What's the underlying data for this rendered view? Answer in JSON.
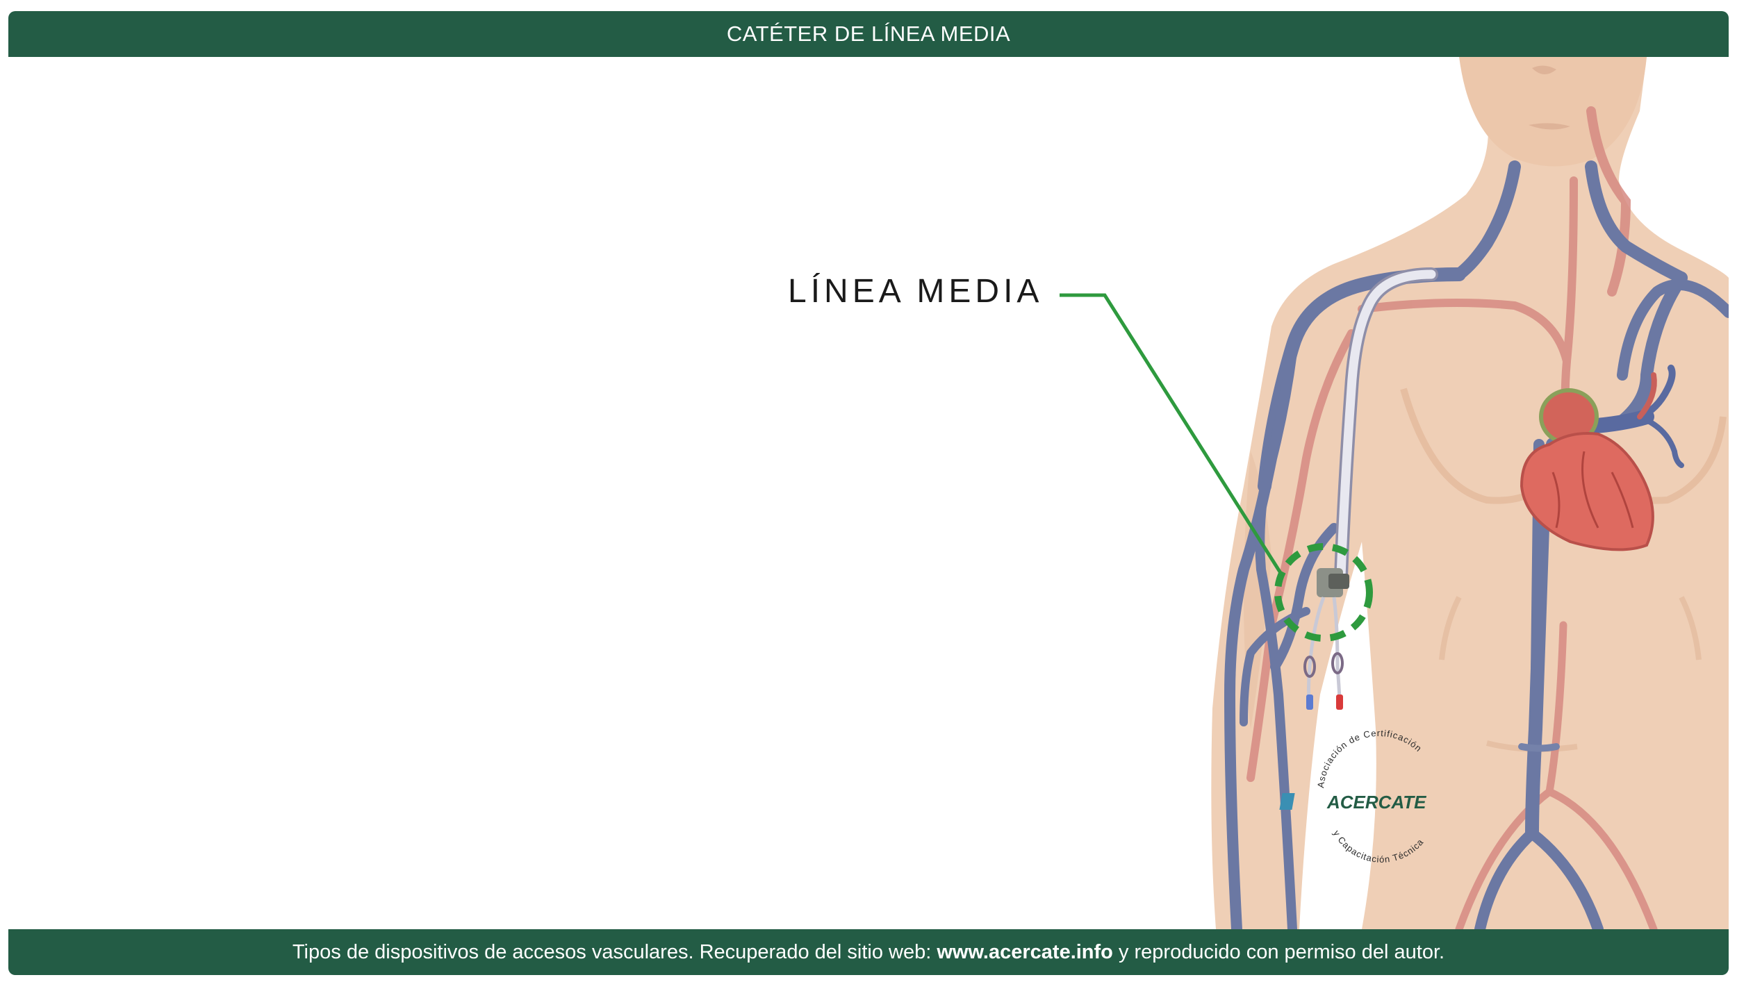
{
  "header": {
    "title": "CATÉTER DE LÍNEA MEDIA"
  },
  "diagram": {
    "callout_label": "LÍNEA MEDIA",
    "colors": {
      "skin": "#efcfb6",
      "skin_shadow": "#e6bfa4",
      "vein": "#6b78a3",
      "artery": "#d68a82",
      "heart": "#d9605a",
      "callout": "#2e9a3e",
      "catheter": "#dcdce6"
    }
  },
  "logo": {
    "brand": "ACERCATE",
    "arc_top": "Asociación de Certificación",
    "arc_bottom": "y Capacitación Técnica"
  },
  "footer": {
    "text_before": "Tipos de dispositivos de accesos vasculares. Recuperado del sitio web: ",
    "link_text": "www.acercate.info",
    "text_after": " y reproducido con permiso del autor."
  }
}
